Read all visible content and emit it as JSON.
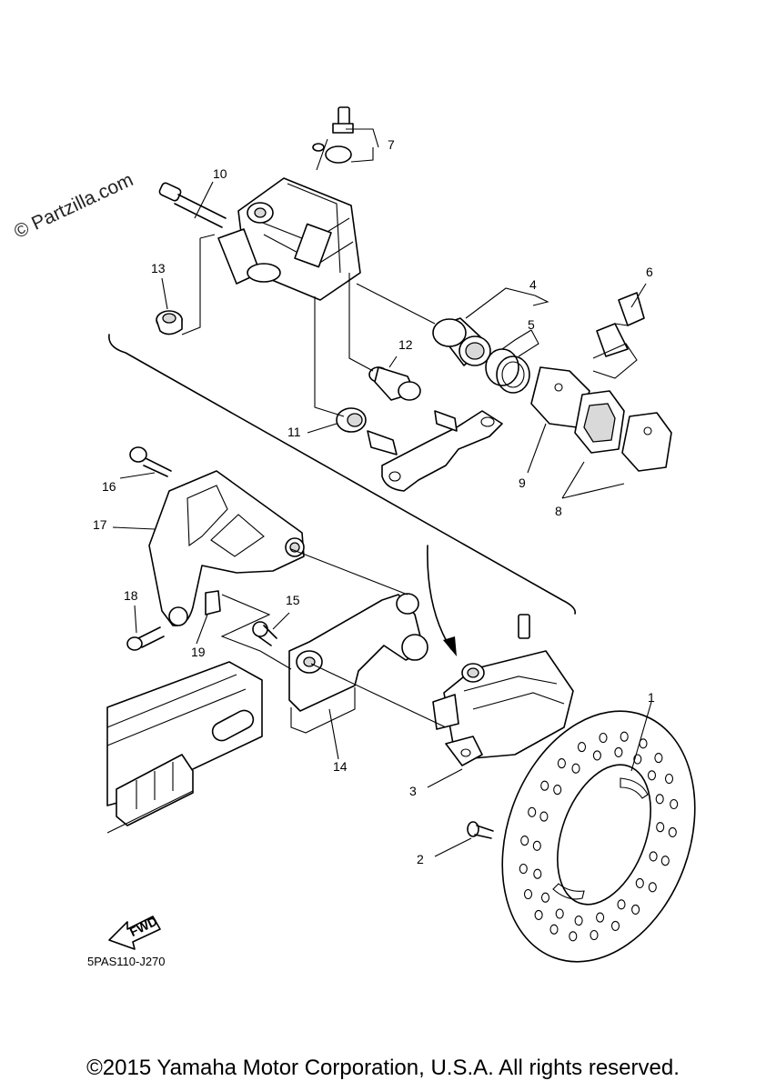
{
  "watermark": "© Partzilla.com",
  "figure_code": "5PAS110-J270",
  "fwd_label": "FWD",
  "copyright": "©2015 Yamaha Motor Corporation, U.S.A. All rights reserved.",
  "callouts": {
    "c1": "1",
    "c2": "2",
    "c3": "3",
    "c4": "4",
    "c5": "5",
    "c6": "6",
    "c7": "7",
    "c8": "8",
    "c9": "9",
    "c10": "10",
    "c11": "11",
    "c12": "12",
    "c13": "13",
    "c14": "14",
    "c15": "15",
    "c16": "16",
    "c17": "17",
    "c18": "18",
    "c19": "19"
  }
}
